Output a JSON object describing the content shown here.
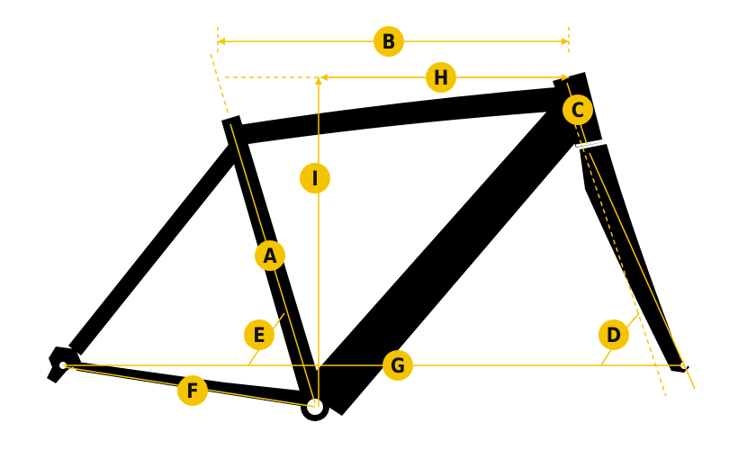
{
  "colors": {
    "frame": "#000000",
    "accent": "#f5c400",
    "background": "#ffffff"
  },
  "labels": {
    "A": "A",
    "B": "B",
    "C": "C",
    "D": "D",
    "E": "E",
    "F": "F",
    "G": "G",
    "H": "H",
    "I": "I"
  }
}
